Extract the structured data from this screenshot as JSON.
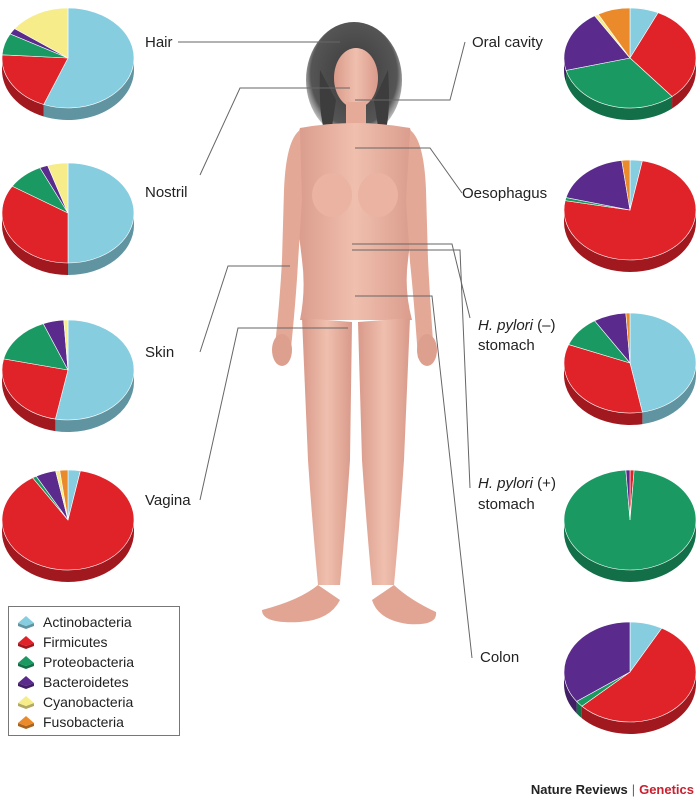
{
  "colors": {
    "Actinobacteria": "#86cde0",
    "Firmicutes": "#e02229",
    "Proteobacteria": "#1a9a62",
    "Bacteroidetes": "#5a2a8c",
    "Cyanobacteria": "#f7ec8a",
    "Fusobacteria": "#ea8a2a"
  },
  "legend": [
    {
      "name": "Actinobacteria"
    },
    {
      "name": "Firmicutes"
    },
    {
      "name": "Proteobacteria"
    },
    {
      "name": "Bacteroidetes"
    },
    {
      "name": "Cyanobacteria"
    },
    {
      "name": "Fusobacteria"
    }
  ],
  "credit": {
    "journal": "Nature Reviews",
    "separator": "|",
    "section": "Genetics"
  },
  "chart_data": {
    "type": "pie",
    "units": "percent",
    "categories": [
      "Actinobacteria",
      "Firmicutes",
      "Proteobacteria",
      "Bacteroidetes",
      "Cyanobacteria",
      "Fusobacteria"
    ],
    "pies": [
      {
        "site": "Hair",
        "values": [
          56,
          20,
          7,
          2,
          15,
          0
        ]
      },
      {
        "site": "Nostril",
        "values": [
          50,
          34,
          9,
          2,
          5,
          0
        ]
      },
      {
        "site": "Skin",
        "values": [
          52,
          25,
          15,
          5,
          1,
          0
        ]
      },
      {
        "site": "Vagina",
        "values": [
          3,
          88,
          1,
          5,
          1,
          2
        ]
      },
      {
        "site": "Oral cavity",
        "values": [
          7,
          32,
          32,
          20,
          1,
          8
        ]
      },
      {
        "site": "Oesophagus",
        "values": [
          3,
          75,
          1,
          19,
          0,
          2
        ]
      },
      {
        "site_prefix": "H. pylori",
        "site_suffix": " (–)",
        "site_line2": "stomach",
        "values": [
          47,
          34,
          10,
          8,
          0,
          1
        ]
      },
      {
        "site_prefix": "H. pylori",
        "site_suffix": " (+)",
        "site_line2": "stomach",
        "values": [
          0,
          1,
          98,
          1,
          0,
          0
        ]
      },
      {
        "site": "Colon",
        "values": [
          8,
          55,
          2,
          35,
          0,
          0
        ]
      }
    ]
  }
}
